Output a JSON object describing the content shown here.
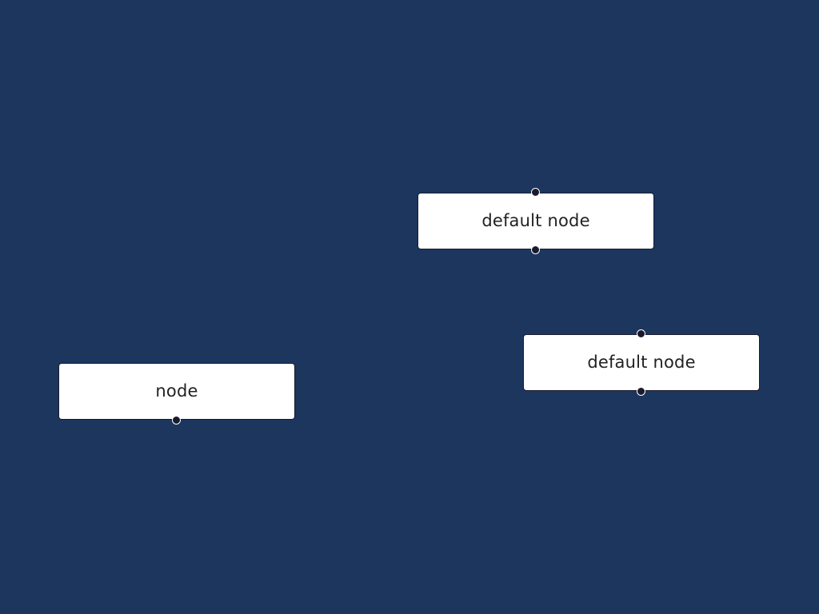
{
  "canvas": {
    "background_color": "#1c365e"
  },
  "nodes": [
    {
      "label": "default node",
      "type": "default",
      "handles": [
        "top",
        "bottom"
      ]
    },
    {
      "label": "default node",
      "type": "default",
      "handles": [
        "top",
        "bottom"
      ]
    },
    {
      "label": "node",
      "type": "input",
      "handles": [
        "bottom"
      ]
    }
  ],
  "colors": {
    "node_fill": "#ffffff",
    "node_border": "#1a1a2e",
    "handle_fill": "#1a1a2e",
    "label_text": "#222222"
  }
}
